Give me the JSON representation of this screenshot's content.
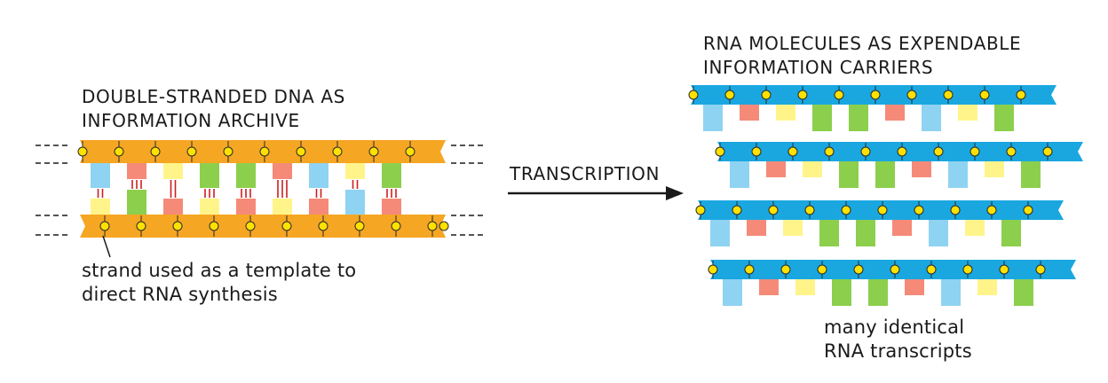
{
  "dna": {
    "title_line1": "DOUBLE-STRANDED DNA AS",
    "title_line2": "INFORMATION ARCHIVE",
    "template_note_line1": "strand used as a template to",
    "template_note_line2": "direct RNA synthesis"
  },
  "process": {
    "label": "TRANSCRIPTION"
  },
  "rna": {
    "title_line1": "RNA MOLECULES AS EXPENDABLE",
    "title_line2": "INFORMATION CARRIERS",
    "note_line1": "many identical",
    "note_line2": "RNA transcripts"
  },
  "colors": {
    "dna_backbone": "#f5a623",
    "rna_backbone": "#1aa7e0",
    "phosphate": "#ffe100",
    "base_blue": "#8fd3f2",
    "base_red": "#f58a78",
    "base_yellow": "#fff48a",
    "base_green": "#8ccf4d",
    "hbond": "#cc1f1f"
  },
  "sequence": {
    "top_strand": [
      "blue",
      "red",
      "yellow",
      "green",
      "green",
      "red",
      "blue",
      "yellow",
      "green"
    ],
    "bottom_strand": [
      "yellow",
      "green",
      "red",
      "yellow",
      "red",
      "yellow",
      "red",
      "blue",
      "red"
    ],
    "rna_transcript": [
      "blue",
      "red",
      "yellow",
      "green",
      "green",
      "red",
      "blue",
      "yellow",
      "green"
    ]
  }
}
